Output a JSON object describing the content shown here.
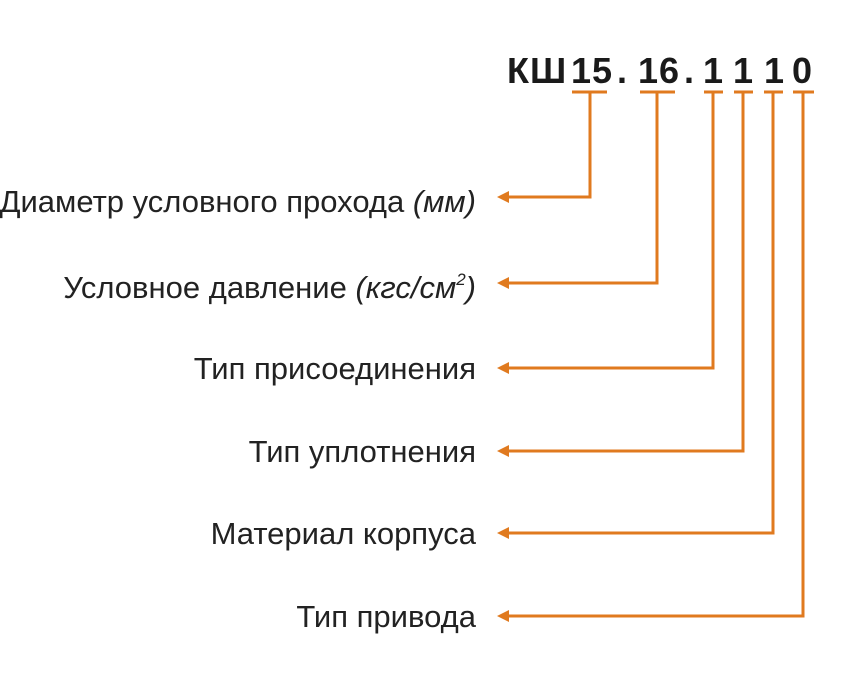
{
  "code": {
    "prefix": "КШ",
    "parts": [
      "15",
      "16",
      "1",
      "1",
      "1",
      "0"
    ],
    "separator": "."
  },
  "labels": [
    {
      "text": "Диаметр условного прохода ",
      "unit": "(мм)"
    },
    {
      "text": "Условное давление ",
      "unit": "(кгс/см",
      "unit_sup": "2",
      "unit_end": ")"
    },
    {
      "text": "Тип присоединения"
    },
    {
      "text": "Тип уплотнения"
    },
    {
      "text": "Материал корпуса"
    },
    {
      "text": "Тип привода"
    }
  ],
  "colors": {
    "accent": "#e07a1f",
    "text": "#222222"
  }
}
